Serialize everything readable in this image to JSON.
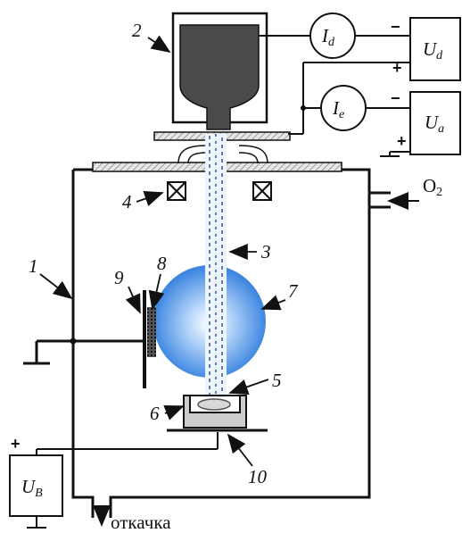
{
  "labels": {
    "n1": "1",
    "n2": "2",
    "n3": "3",
    "n4": "4",
    "n5": "5",
    "n6": "6",
    "n7": "7",
    "n8": "8",
    "n9": "9",
    "n10": "10"
  },
  "meters": {
    "discharge_main": "I",
    "discharge_sub": "d",
    "emission_main": "I",
    "emission_sub": "e"
  },
  "supplies": {
    "ud_main": "U",
    "ud_sub": "d",
    "ua_main": "U",
    "ua_sub": "a",
    "ub_main": "U",
    "ub_sub": "B"
  },
  "polarity": {
    "minus": "−",
    "plus": "+"
  },
  "gas_inlet": {
    "main": "O",
    "sub": "2"
  },
  "pump_label": "откачка",
  "colors": {
    "line": "#111111",
    "cathode": "#4a4a4a",
    "beam": "#5a7fa8",
    "plasma_center": "#ffffff",
    "plasma_edge": "#3d86e0",
    "crucible": "#cccccc"
  }
}
